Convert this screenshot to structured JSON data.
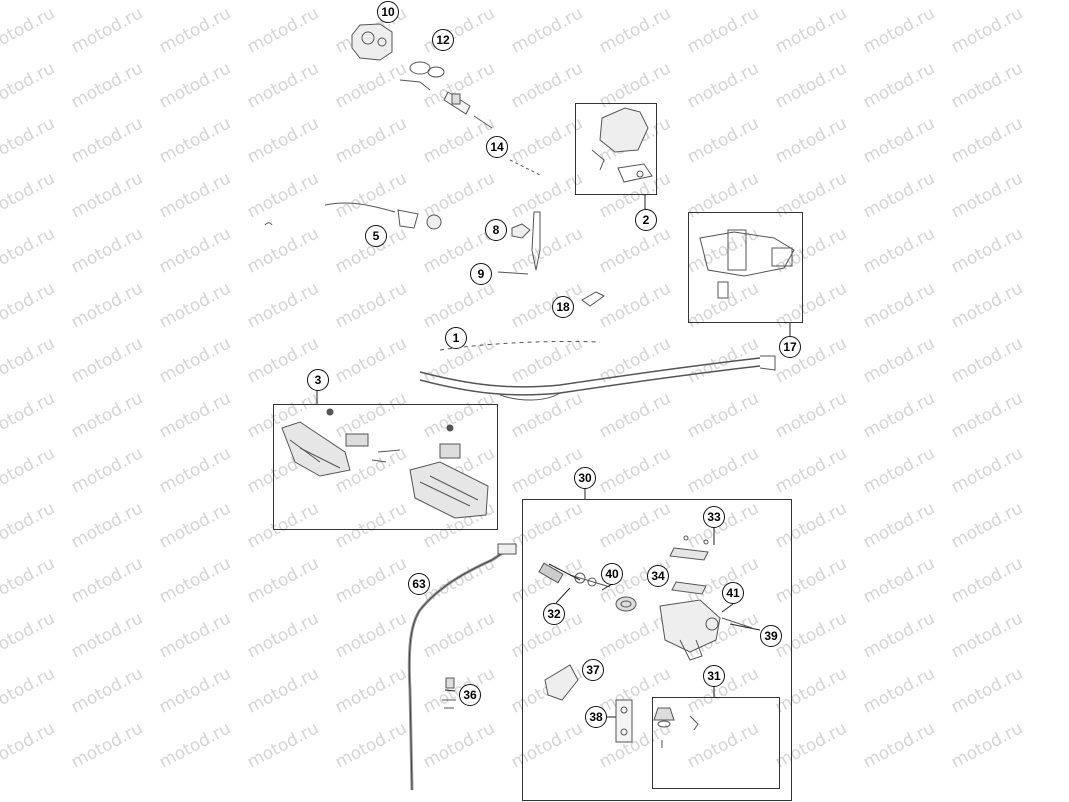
{
  "watermark": {
    "text": "motod.ru"
  },
  "parts": [
    {
      "num": "1"
    },
    {
      "num": "2"
    },
    {
      "num": "3"
    },
    {
      "num": "5"
    },
    {
      "num": "8"
    },
    {
      "num": "9"
    },
    {
      "num": "10"
    },
    {
      "num": "12"
    },
    {
      "num": "14"
    },
    {
      "num": "17"
    },
    {
      "num": "18"
    },
    {
      "num": "30"
    },
    {
      "num": "31"
    },
    {
      "num": "32"
    },
    {
      "num": "33"
    },
    {
      "num": "34"
    },
    {
      "num": "36"
    },
    {
      "num": "37"
    },
    {
      "num": "38"
    },
    {
      "num": "39"
    },
    {
      "num": "40"
    },
    {
      "num": "41"
    },
    {
      "num": "63"
    }
  ]
}
